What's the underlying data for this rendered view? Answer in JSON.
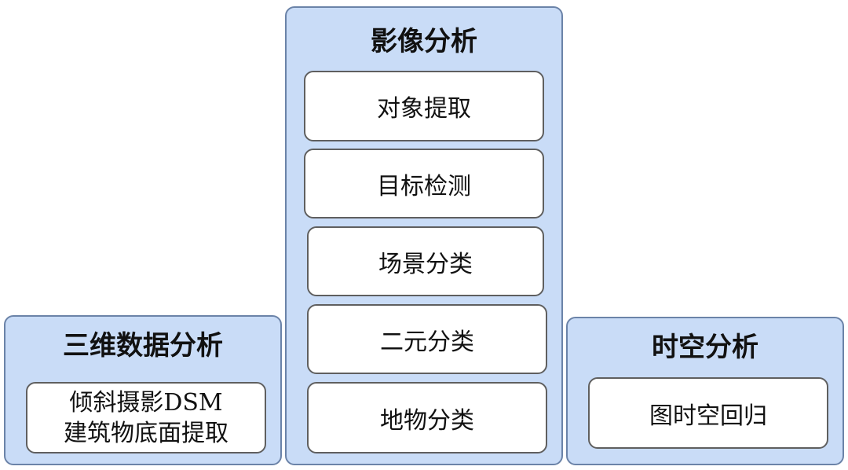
{
  "center_panel": {
    "title": "影像分析",
    "items": [
      "对象提取",
      "目标检测",
      "场景分类",
      "二元分类",
      "地物分类"
    ]
  },
  "left_panel": {
    "title": "三维数据分析",
    "item_line1": "倾斜摄影DSM",
    "item_line2": "建筑物底面提取"
  },
  "right_panel": {
    "title": "时空分析",
    "item": "图时空回归"
  }
}
